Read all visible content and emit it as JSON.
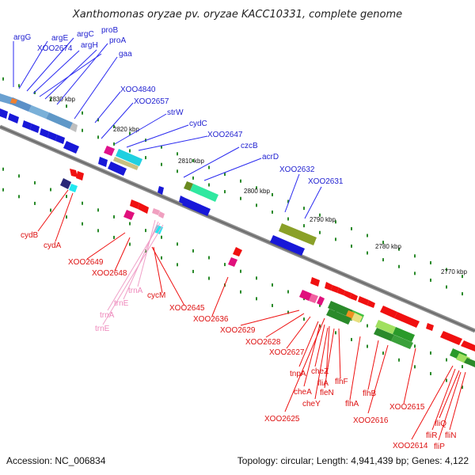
{
  "title": "Xanthomonas oryzae pv. oryzae KACC10331, complete genome",
  "footer": {
    "accession": "Accession: NC_006834",
    "topology": "Topology: circular; Length: 4,941,439 bp; Genes: 4,122"
  },
  "scale_labels": [
    "2830 kbp",
    "2820 kbp",
    "2810 kbp",
    "2800 kbp",
    "2790 kbp",
    "2780 kbp",
    "2770 kbp"
  ],
  "genes_upper": [
    "argG",
    "argE",
    "argC",
    "proB",
    "XOO2674",
    "argH",
    "proA",
    "gaa",
    "XOO4840",
    "XOO2657",
    "strW",
    "cydC",
    "XOO2647",
    "czcB",
    "acrD",
    "XOO2632",
    "XOO2631"
  ],
  "genes_lower": [
    "cydB",
    "cydA",
    "XOO2649",
    "XOO2648",
    "trnA",
    "trnE",
    "trnA",
    "trnE",
    "cycM",
    "XOO2645",
    "XOO2636",
    "XOO2629",
    "XOO2628",
    "XOO2627",
    "tnpA",
    "cheZ",
    "fliA",
    "flhF",
    "cheA",
    "fleN",
    "cheY",
    "flhA",
    "flhB",
    "XOO2625",
    "XOO2616",
    "XOO2615",
    "fliQ",
    "fliN",
    "fliR",
    "XOO2614",
    "fliP"
  ],
  "colors": {
    "upper_label": "#1f1fd0",
    "lower_label": "#dd1111",
    "trna_label": "#ee88bb",
    "backbone": "#7a7a7a",
    "tick": "#2a8a2a"
  }
}
